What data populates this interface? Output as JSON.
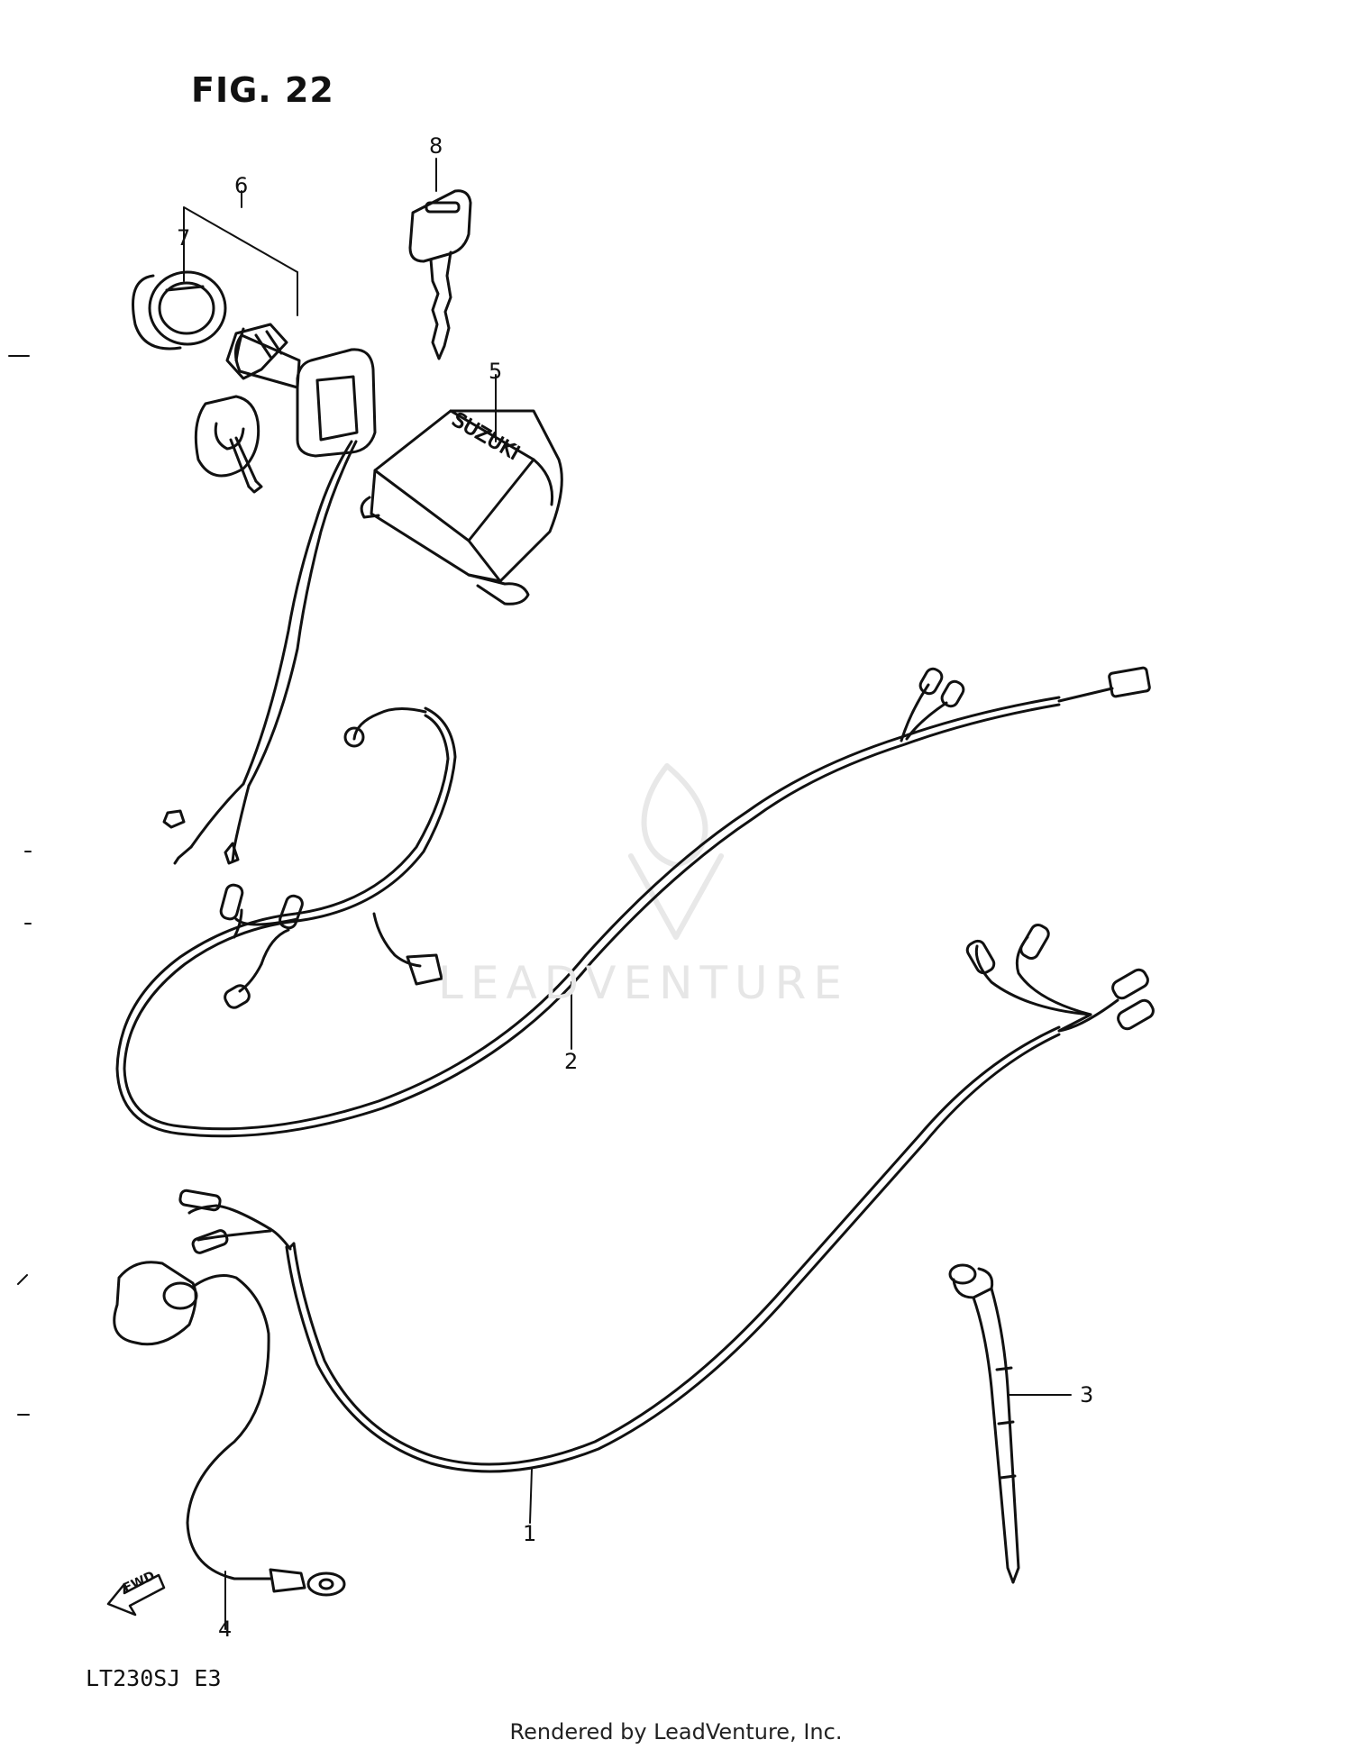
{
  "figure": {
    "title": "FIG. 22",
    "model_code": "LT230SJ  E3",
    "footer": "Rendered by LeadVenture, Inc.",
    "watermark": "LEADVENTURE",
    "brand_on_cover": "SUZUKI",
    "direction_arrow": "FWD"
  },
  "callouts": [
    {
      "id": "1",
      "label": "1"
    },
    {
      "id": "2",
      "label": "2"
    },
    {
      "id": "3",
      "label": "3"
    },
    {
      "id": "4",
      "label": "4"
    },
    {
      "id": "5",
      "label": "5"
    },
    {
      "id": "6",
      "label": "6"
    },
    {
      "id": "7",
      "label": "7"
    },
    {
      "id": "8",
      "label": "8"
    }
  ],
  "colors": {
    "line": "#111111",
    "watermark": "#e6e6e6",
    "background": "#ffffff"
  }
}
